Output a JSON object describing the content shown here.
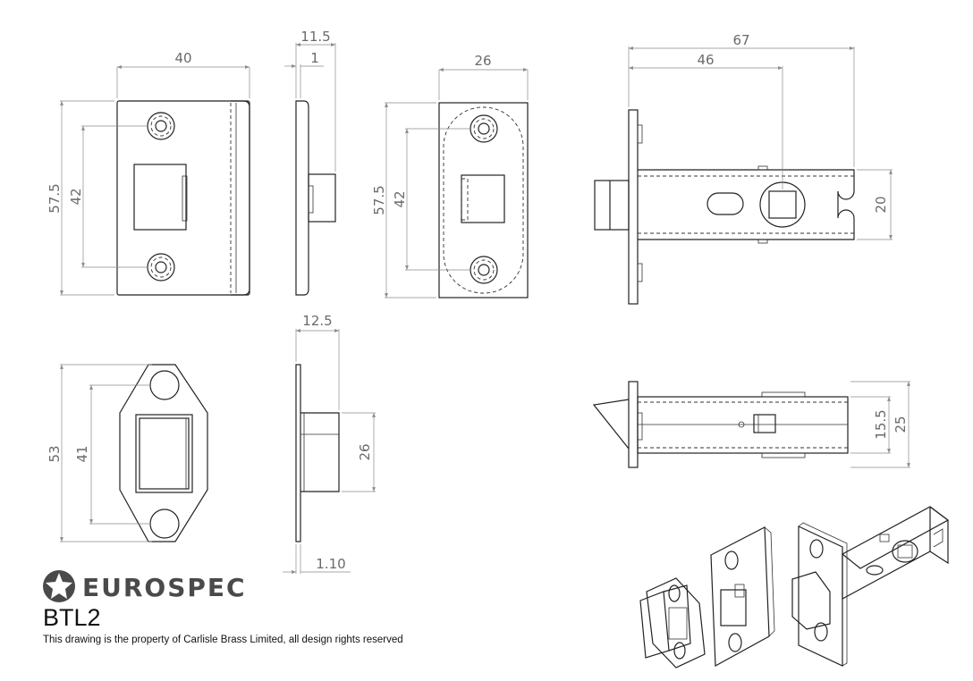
{
  "brand": {
    "name": "EUROSPEC",
    "logo_icon": "star-badge-icon",
    "color": "#4a4a4a"
  },
  "product": {
    "model": "BTL2"
  },
  "notice": "This drawing is the property of Carlisle Brass Limited, all design rights reserved",
  "dimensions": {
    "faceplate_width": "40",
    "faceplate_height": "57.5",
    "faceplate_hole_spacing": "42",
    "side_total": "11.5",
    "side_plate": "1",
    "strike_width": "26",
    "strike_height": "57.5",
    "strike_hole_spacing": "42",
    "latch_length": "67",
    "latch_backset": "46",
    "latch_body_height": "20",
    "box_height": "53",
    "box_hole_spacing": "41",
    "box_depth": "12.5",
    "box_inner": "26",
    "box_plate": "1.10",
    "latch_top_inner": "15.5",
    "latch_top_outer": "25"
  }
}
